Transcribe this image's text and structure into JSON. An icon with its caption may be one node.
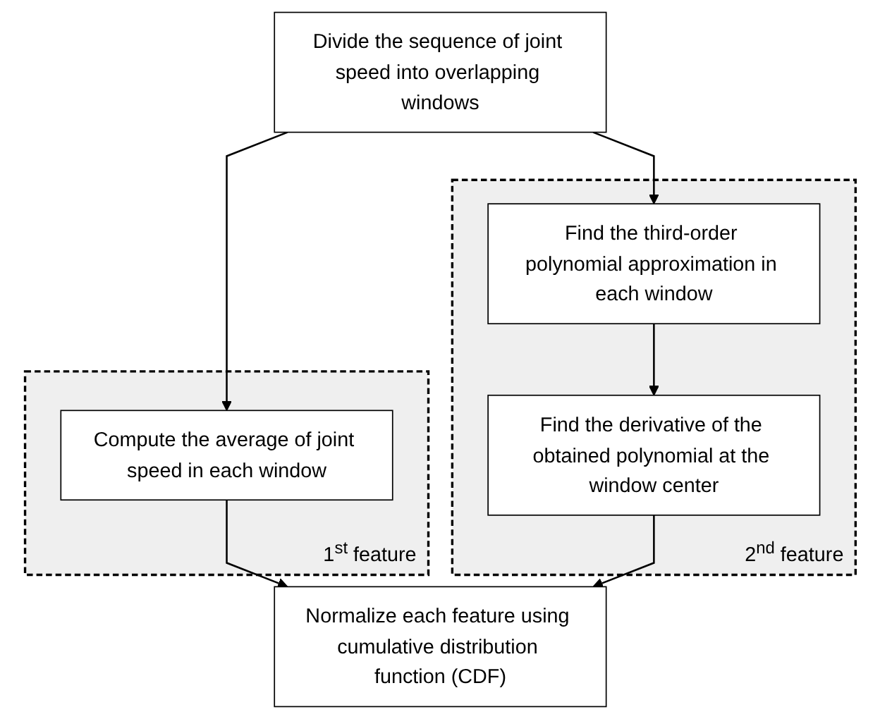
{
  "diagram": {
    "nodes": [
      {
        "text": [
          "Divide the sequence of joint speed into overlapping windows"
        ]
      },
      {
        "text": [
          "1$^{st}$ feature"
        ]
      },
      {
        "text": [
          "Compute the average of joint speed in each window"
        ],
        "in": 1
      },
      {
        "text": [
          "2$^{nd}$ feature"
        ]
      },
      {
        "text": [
          "Find the third-order polynomial approximation in each window"
        ],
        "in": 3
      },
      {
        "text": [
          "Find the derivative of the obtained polynomial at the window center"
        ],
        "in": 3
      },
      {
        "text": [
          "Normalize each feature using cumulative distribution function (CDF)"
        ]
      }
    ],
    "edges": [
      {
        "from": 0,
        "to": 2,
        "arrow": "to"
      },
      {
        "from": 0,
        "to": 4,
        "arrow": "to"
      },
      {
        "from": 4,
        "to": 5,
        "arrow": "to"
      },
      {
        "from": 2,
        "to": 6,
        "arrow": "to"
      },
      {
        "from": 5,
        "to": 6,
        "arrow": "to"
      }
    ]
  }
}
